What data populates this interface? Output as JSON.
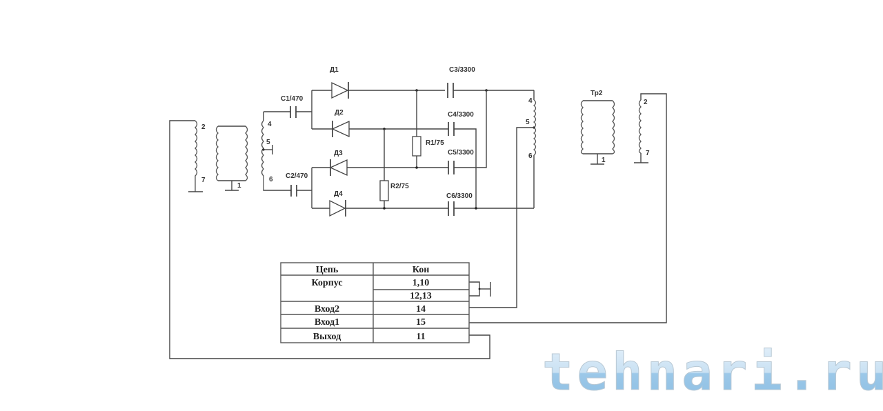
{
  "diagram": {
    "type": "electrical-schematic",
    "components": {
      "diodes": [
        {
          "label": "Д1"
        },
        {
          "label": "Д2"
        },
        {
          "label": "Д3"
        },
        {
          "label": "Д4"
        }
      ],
      "capacitors": [
        {
          "label": "C1/470"
        },
        {
          "label": "C2/470"
        },
        {
          "label": "C3/3300"
        },
        {
          "label": "C4/3300"
        },
        {
          "label": "C5/3300"
        },
        {
          "label": "C6/3300"
        }
      ],
      "resistors": [
        {
          "label": "R1/75"
        },
        {
          "label": "R2/75"
        }
      ],
      "transformer1": {
        "left_winding_pins": [
          "2",
          "7"
        ],
        "core_pin": "1",
        "tap_winding_pins": [
          "4",
          "5",
          "6"
        ]
      },
      "transformer_out": {
        "tap_winding_pins": [
          "4",
          "5",
          "6"
        ]
      },
      "transformer2": {
        "label": "Тр2",
        "core_pin": "1",
        "winding_pins": [
          "2",
          "7"
        ]
      }
    },
    "pin_table": {
      "headers": [
        "Цепь",
        "Кон"
      ],
      "rows": [
        {
          "circuit": "Корпус",
          "contacts": [
            "1,10",
            "12,13"
          ]
        },
        {
          "circuit": "Вход2",
          "contacts": [
            "14"
          ]
        },
        {
          "circuit": "Вход1",
          "contacts": [
            "15"
          ]
        },
        {
          "circuit": "Выход",
          "contacts": [
            "11"
          ]
        }
      ]
    },
    "watermark": {
      "text": "tehnari.ru",
      "color": "#9cc8e8"
    }
  }
}
